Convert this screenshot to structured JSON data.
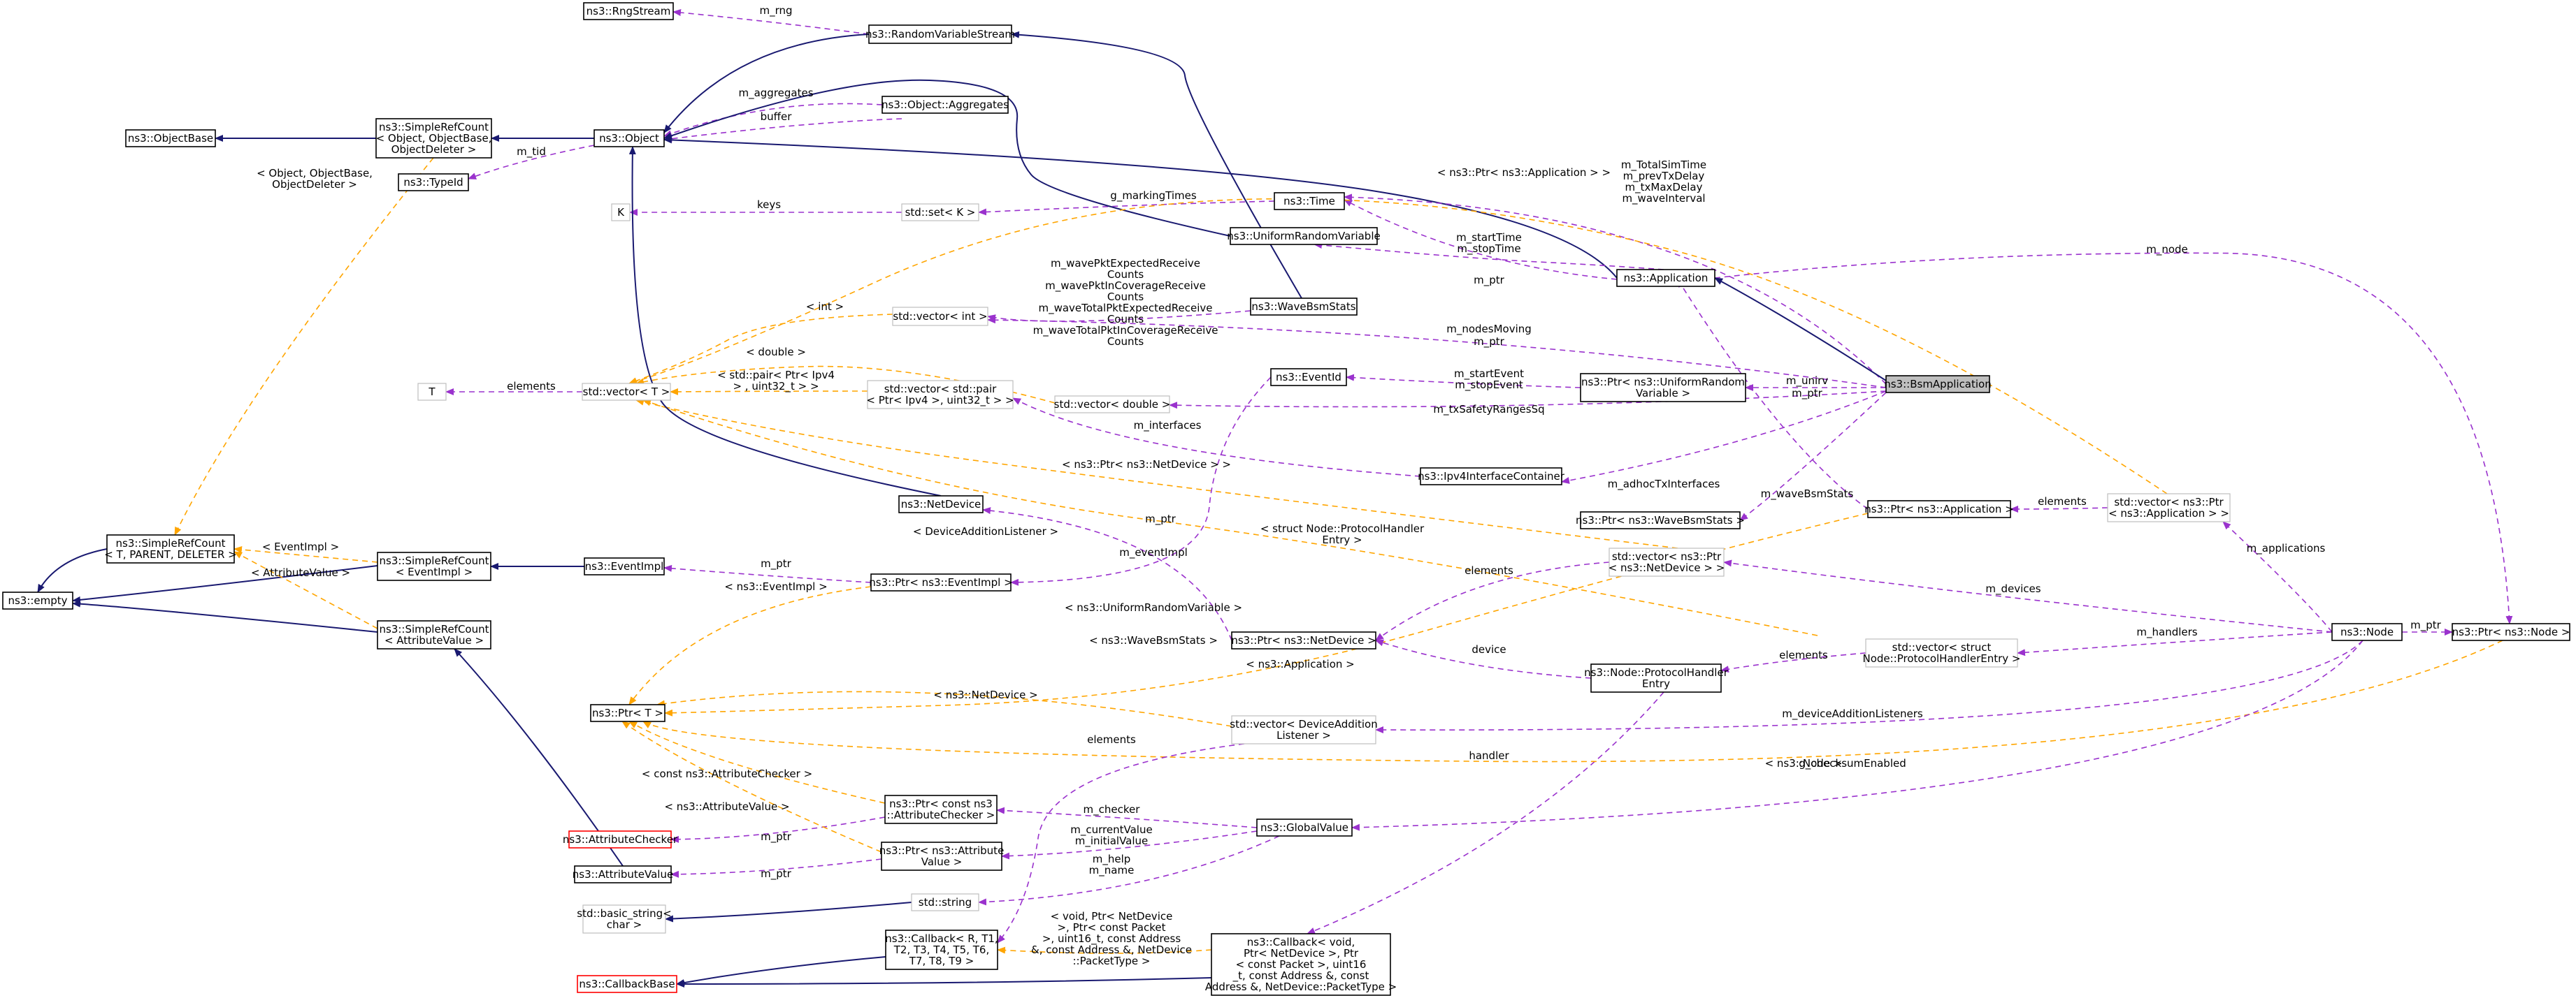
{
  "nodes": [
    {
      "id": "rngstream",
      "label": [
        "ns3::RngStream"
      ],
      "style": "normal",
      "fill": "#ffffff",
      "stroke": "#000000"
    },
    {
      "id": "randvarstream",
      "label": [
        "ns3::RandomVariableStream"
      ],
      "style": "normal",
      "fill": "#ffffff",
      "stroke": "#000000"
    },
    {
      "id": "objectbase",
      "label": [
        "ns3::ObjectBase"
      ],
      "style": "normal",
      "fill": "#ffffff",
      "stroke": "#000000"
    },
    {
      "id": "simplerefobj",
      "label": [
        "ns3::SimpleRefCount",
        "< Object, ObjectBase,",
        "ObjectDeleter >"
      ],
      "style": "normal",
      "fill": "#ffffff",
      "stroke": "#000000"
    },
    {
      "id": "object",
      "label": [
        "ns3::Object"
      ],
      "style": "normal",
      "fill": "#ffffff",
      "stroke": "#000000"
    },
    {
      "id": "aggregates",
      "label": [
        "ns3::Object::Aggregates"
      ],
      "style": "normal",
      "fill": "#ffffff",
      "stroke": "#000000"
    },
    {
      "id": "typeid",
      "label": [
        "ns3::TypeId"
      ],
      "style": "normal",
      "fill": "#ffffff",
      "stroke": "#000000"
    },
    {
      "id": "K",
      "label": [
        "K"
      ],
      "style": "grey",
      "fill": "#ffffff",
      "stroke": "#bfbfbf"
    },
    {
      "id": "setK",
      "label": [
        "std::set< K >"
      ],
      "style": "grey",
      "fill": "#ffffff",
      "stroke": "#bfbfbf"
    },
    {
      "id": "time",
      "label": [
        "ns3::Time"
      ],
      "style": "normal",
      "fill": "#ffffff",
      "stroke": "#000000"
    },
    {
      "id": "urv",
      "label": [
        "ns3::UniformRandomVariable"
      ],
      "style": "normal",
      "fill": "#ffffff",
      "stroke": "#000000"
    },
    {
      "id": "application",
      "label": [
        "ns3::Application"
      ],
      "style": "normal",
      "fill": "#ffffff",
      "stroke": "#000000"
    },
    {
      "id": "vecint",
      "label": [
        "std::vector< int >"
      ],
      "style": "grey",
      "fill": "#ffffff",
      "stroke": "#bfbfbf"
    },
    {
      "id": "wavebsmstats",
      "label": [
        "ns3::WaveBsmStats"
      ],
      "style": "normal",
      "fill": "#ffffff",
      "stroke": "#000000"
    },
    {
      "id": "T",
      "label": [
        "T"
      ],
      "style": "grey",
      "fill": "#ffffff",
      "stroke": "#bfbfbf"
    },
    {
      "id": "vecT",
      "label": [
        "std::vector< T >"
      ],
      "style": "grey",
      "fill": "#ffffff",
      "stroke": "#bfbfbf"
    },
    {
      "id": "vecpair",
      "label": [
        "std::vector< std::pair",
        "< Ptr< Ipv4 >, uint32_t > >"
      ],
      "style": "grey",
      "fill": "#ffffff",
      "stroke": "#bfbfbf"
    },
    {
      "id": "vecdouble",
      "label": [
        "std::vector< double >"
      ],
      "style": "grey",
      "fill": "#ffffff",
      "stroke": "#bfbfbf"
    },
    {
      "id": "eventid",
      "label": [
        "ns3::EventId"
      ],
      "style": "normal",
      "fill": "#ffffff",
      "stroke": "#000000"
    },
    {
      "id": "ptrurv",
      "label": [
        "ns3::Ptr< ns3::UniformRandom",
        "Variable >"
      ],
      "style": "normal",
      "fill": "#ffffff",
      "stroke": "#000000"
    },
    {
      "id": "bsmapp",
      "label": [
        "ns3::BsmApplication"
      ],
      "style": "focus",
      "fill": "#bfbfbf",
      "stroke": "#000000"
    },
    {
      "id": "ipv4ifc",
      "label": [
        "ns3::Ipv4InterfaceContainer"
      ],
      "style": "normal",
      "fill": "#ffffff",
      "stroke": "#000000"
    },
    {
      "id": "ptrwave",
      "label": [
        "ns3::Ptr< ns3::WaveBsmStats >"
      ],
      "style": "normal",
      "fill": "#ffffff",
      "stroke": "#000000"
    },
    {
      "id": "ptrapp",
      "label": [
        "ns3::Ptr< ns3::Application >"
      ],
      "style": "normal",
      "fill": "#ffffff",
      "stroke": "#000000"
    },
    {
      "id": "vecptrapp",
      "label": [
        "std::vector< ns3::Ptr",
        "< ns3::Application > >"
      ],
      "style": "grey",
      "fill": "#ffffff",
      "stroke": "#bfbfbf"
    },
    {
      "id": "netdevice",
      "label": [
        "ns3::NetDevice"
      ],
      "style": "normal",
      "fill": "#ffffff",
      "stroke": "#000000"
    },
    {
      "id": "srcT",
      "label": [
        "ns3::SimpleRefCount",
        "< T, PARENT, DELETER >"
      ],
      "style": "normal",
      "fill": "#ffffff",
      "stroke": "#000000"
    },
    {
      "id": "srcEvent",
      "label": [
        "ns3::SimpleRefCount",
        "< EventImpl >"
      ],
      "style": "normal",
      "fill": "#ffffff",
      "stroke": "#000000"
    },
    {
      "id": "eventimpl",
      "label": [
        "ns3::EventImpl"
      ],
      "style": "normal",
      "fill": "#ffffff",
      "stroke": "#000000"
    },
    {
      "id": "vecptrnet",
      "label": [
        "std::vector< ns3::Ptr",
        "< ns3::NetDevice > >"
      ],
      "style": "grey",
      "fill": "#ffffff",
      "stroke": "#bfbfbf"
    },
    {
      "id": "empty",
      "label": [
        "ns3::empty"
      ],
      "style": "normal",
      "fill": "#ffffff",
      "stroke": "#000000"
    },
    {
      "id": "srcAttr",
      "label": [
        "ns3::SimpleRefCount",
        "< AttributeValue >"
      ],
      "style": "normal",
      "fill": "#ffffff",
      "stroke": "#000000"
    },
    {
      "id": "ptrevent",
      "label": [
        "ns3::Ptr< ns3::EventImpl >"
      ],
      "style": "normal",
      "fill": "#ffffff",
      "stroke": "#000000"
    },
    {
      "id": "ptrnet",
      "label": [
        "ns3::Ptr< ns3::NetDevice >"
      ],
      "style": "normal",
      "fill": "#ffffff",
      "stroke": "#000000"
    },
    {
      "id": "node",
      "label": [
        "ns3::Node"
      ],
      "style": "normal",
      "fill": "#ffffff",
      "stroke": "#000000"
    },
    {
      "id": "ptrnode",
      "label": [
        "ns3::Ptr< ns3::Node >"
      ],
      "style": "normal",
      "fill": "#ffffff",
      "stroke": "#000000"
    },
    {
      "id": "vecproto",
      "label": [
        "std::vector< struct",
        "Node::ProtocolHandlerEntry >"
      ],
      "style": "grey",
      "fill": "#ffffff",
      "stroke": "#bfbfbf"
    },
    {
      "id": "protoentry",
      "label": [
        "ns3::Node::ProtocolHandler",
        "Entry"
      ],
      "style": "normal",
      "fill": "#ffffff",
      "stroke": "#000000"
    },
    {
      "id": "ptrT",
      "label": [
        "ns3::Ptr< T >"
      ],
      "style": "normal",
      "fill": "#ffffff",
      "stroke": "#000000"
    },
    {
      "id": "vecdal",
      "label": [
        "std::vector< DeviceAddition",
        "Listener >"
      ],
      "style": "grey",
      "fill": "#ffffff",
      "stroke": "#bfbfbf"
    },
    {
      "id": "ptrchecker",
      "label": [
        "ns3::Ptr< const ns3",
        "::AttributeChecker >"
      ],
      "style": "normal",
      "fill": "#ffffff",
      "stroke": "#000000"
    },
    {
      "id": "globalvalue",
      "label": [
        "ns3::GlobalValue"
      ],
      "style": "normal",
      "fill": "#ffffff",
      "stroke": "#000000"
    },
    {
      "id": "attrchecker",
      "label": [
        "ns3::AttributeChecker"
      ],
      "style": "red",
      "fill": "#ffffff",
      "stroke": "#ff0000"
    },
    {
      "id": "ptrattrval",
      "label": [
        "ns3::Ptr< ns3::Attribute",
        "Value >"
      ],
      "style": "normal",
      "fill": "#ffffff",
      "stroke": "#000000"
    },
    {
      "id": "attrvalue",
      "label": [
        "ns3::AttributeValue"
      ],
      "style": "normal",
      "fill": "#ffffff",
      "stroke": "#000000"
    },
    {
      "id": "stdstring",
      "label": [
        "std::string"
      ],
      "style": "grey",
      "fill": "#ffffff",
      "stroke": "#bfbfbf"
    },
    {
      "id": "basicstring",
      "label": [
        "std::basic_string<",
        "char >"
      ],
      "style": "grey",
      "fill": "#ffffff",
      "stroke": "#bfbfbf"
    },
    {
      "id": "callbackR",
      "label": [
        "ns3::Callback< R, T1,",
        "T2, T3, T4, T5, T6,",
        "T7, T8, T9 >"
      ],
      "style": "normal",
      "fill": "#ffffff",
      "stroke": "#000000"
    },
    {
      "id": "callbackvoid",
      "label": [
        "ns3::Callback< void,",
        "Ptr< NetDevice >, Ptr",
        "< const Packet >, uint16",
        "_t, const Address &, const",
        "Address &, NetDevice::PacketType >"
      ],
      "style": "normal",
      "fill": "#ffffff",
      "stroke": "#000000"
    },
    {
      "id": "callbackbase",
      "label": [
        "ns3::CallbackBase"
      ],
      "style": "red",
      "fill": "#ffffff",
      "stroke": "#ff0000"
    }
  ],
  "edge_labels": [
    {
      "id": "lbl_mrng",
      "lines": [
        "m_rng"
      ]
    },
    {
      "id": "lbl_maggr",
      "lines": [
        "m_aggregates"
      ]
    },
    {
      "id": "lbl_buffer",
      "lines": [
        "buffer"
      ]
    },
    {
      "id": "lbl_mtid",
      "lines": [
        "m_tid"
      ]
    },
    {
      "id": "lbl_objbase_tpl",
      "lines": [
        "< Object, ObjectBase,",
        "ObjectDeleter >"
      ]
    },
    {
      "id": "lbl_keys",
      "lines": [
        "keys"
      ]
    },
    {
      "id": "lbl_gmark",
      "lines": [
        "g_markingTimes"
      ]
    },
    {
      "id": "lbl_ptrapp_tpl",
      "lines": [
        "< ns3::Ptr< ns3::Application > >"
      ]
    },
    {
      "id": "lbl_bsmtimes",
      "lines": [
        "m_TotalSimTime",
        "m_prevTxDelay",
        "m_txMaxDelay",
        "m_waveInterval"
      ]
    },
    {
      "id": "lbl_starttime",
      "lines": [
        "m_startTime",
        "m_stopTime"
      ]
    },
    {
      "id": "lbl_mnode",
      "lines": [
        "m_node"
      ]
    },
    {
      "id": "lbl_mptr_urv",
      "lines": [
        "m_ptr"
      ]
    },
    {
      "id": "lbl_wavecounts",
      "lines": [
        "m_wavePktExpectedReceive",
        "Counts",
        "m_wavePktInCoverageReceive",
        "Counts",
        "m_waveTotalPktExpectedReceive",
        "Counts",
        "m_waveTotalPktInCoverageReceive",
        "Counts"
      ]
    },
    {
      "id": "lbl_int",
      "lines": [
        "< int >"
      ]
    },
    {
      "id": "lbl_nodesmoving",
      "lines": [
        "m_nodesMoving"
      ]
    },
    {
      "id": "lbl_mptr_wave",
      "lines": [
        "m_ptr"
      ]
    },
    {
      "id": "lbl_double",
      "lines": [
        "< double >"
      ]
    },
    {
      "id": "lbl_elements_T",
      "lines": [
        "elements"
      ]
    },
    {
      "id": "lbl_pair",
      "lines": [
        "< std::pair< Ptr< Ipv4",
        "> , uint32_t > >"
      ]
    },
    {
      "id": "lbl_startevent",
      "lines": [
        "m_startEvent",
        "m_stopEvent"
      ]
    },
    {
      "id": "lbl_unirv",
      "lines": [
        "m_unirv"
      ]
    },
    {
      "id": "lbl_mptr_app",
      "lines": [
        "m_ptr"
      ]
    },
    {
      "id": "lbl_txsafety",
      "lines": [
        "m_txSafetyRangesSq"
      ]
    },
    {
      "id": "lbl_minterfaces",
      "lines": [
        "m_interfaces"
      ]
    },
    {
      "id": "lbl_ptrnet_tpl",
      "lines": [
        "< ns3::Ptr< ns3::NetDevice > >"
      ]
    },
    {
      "id": "lbl_adhoc",
      "lines": [
        "m_adhocTxInterfaces"
      ]
    },
    {
      "id": "lbl_wavebsmstats",
      "lines": [
        "m_waveBsmStats"
      ]
    },
    {
      "id": "lbl_elements_app",
      "lines": [
        "elements"
      ]
    },
    {
      "id": "lbl_structproto",
      "lines": [
        "< struct Node::ProtocolHandler",
        "Entry >"
      ]
    },
    {
      "id": "lbl_dal_tpl",
      "lines": [
        "< DeviceAdditionListener >"
      ]
    },
    {
      "id": "lbl_mptr_net1",
      "lines": [
        "m_ptr"
      ]
    },
    {
      "id": "lbl_mapplications",
      "lines": [
        "m_applications"
      ]
    },
    {
      "id": "lbl_eventimpl_tpl",
      "lines": [
        "< EventImpl >"
      ]
    },
    {
      "id": "lbl_meventimpl",
      "lines": [
        "m_eventImpl"
      ]
    },
    {
      "id": "lbl_attrvalue_tpl",
      "lines": [
        "< AttributeValue >"
      ]
    },
    {
      "id": "lbl_mptr_event",
      "lines": [
        "m_ptr"
      ]
    },
    {
      "id": "lbl_elements_net",
      "lines": [
        "elements"
      ]
    },
    {
      "id": "lbl_ptrevent_tpl",
      "lines": [
        "< ns3::EventImpl >"
      ]
    },
    {
      "id": "lbl_mdevices",
      "lines": [
        "m_devices"
      ]
    },
    {
      "id": "lbl_urv_tpl",
      "lines": [
        "< ns3::UniformRandomVariable >"
      ]
    },
    {
      "id": "lbl_mptr_node",
      "lines": [
        "m_ptr"
      ]
    },
    {
      "id": "lbl_wave_tpl",
      "lines": [
        "< ns3::WaveBsmStats >"
      ]
    },
    {
      "id": "lbl_mhandlers",
      "lines": [
        "m_handlers"
      ]
    },
    {
      "id": "lbl_app_tpl",
      "lines": [
        "< ns3::Application >"
      ]
    },
    {
      "id": "lbl_device",
      "lines": [
        "device"
      ]
    },
    {
      "id": "lbl_elements_proto",
      "lines": [
        "elements"
      ]
    },
    {
      "id": "lbl_netdev_tpl",
      "lines": [
        "< ns3::NetDevice >"
      ]
    },
    {
      "id": "lbl_mdal",
      "lines": [
        "m_deviceAdditionListeners"
      ]
    },
    {
      "id": "lbl_handler",
      "lines": [
        "handler"
      ]
    },
    {
      "id": "lbl_elements_dal",
      "lines": [
        "elements"
      ]
    },
    {
      "id": "lbl_node_tpl",
      "lines": [
        "< ns3::Node >"
      ]
    },
    {
      "id": "lbl_gchecksum",
      "lines": [
        "g_checksumEnabled"
      ]
    },
    {
      "id": "lbl_checker_tpl",
      "lines": [
        "< const ns3::AttributeChecker >"
      ]
    },
    {
      "id": "lbl_mchecker",
      "lines": [
        "m_checker"
      ]
    },
    {
      "id": "lbl_attrval_tpl",
      "lines": [
        "< ns3::AttributeValue >"
      ]
    },
    {
      "id": "lbl_mcurrent",
      "lines": [
        "m_currentValue",
        "m_initialValue"
      ]
    },
    {
      "id": "lbl_mptr_checker",
      "lines": [
        "m_ptr"
      ]
    },
    {
      "id": "lbl_mptr_attrval",
      "lines": [
        "m_ptr"
      ]
    },
    {
      "id": "lbl_mhelp",
      "lines": [
        "m_help",
        "m_name"
      ]
    },
    {
      "id": "lbl_cbtpl",
      "lines": [
        "< void, Ptr< NetDevice",
        ">, Ptr< const Packet",
        ">, uint16_t, const Address",
        "&, const Address &, NetDevice",
        "::PacketType >"
      ]
    }
  ],
  "legend_colors": {
    "inheritance": "#191970",
    "usage": "#9a32cd",
    "template": "#ffa500"
  }
}
